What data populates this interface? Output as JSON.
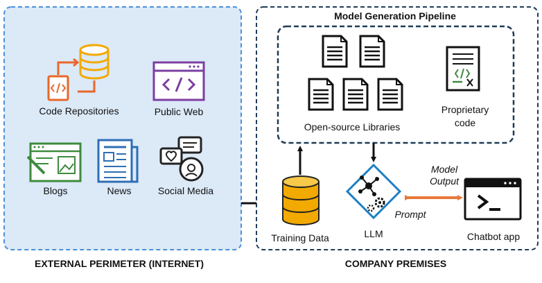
{
  "external_perimeter": {
    "caption": "EXTERNAL PERIMETER (INTERNET)",
    "sources": {
      "code_repositories": "Code Repositories",
      "public_web": "Public Web",
      "blogs": "Blogs",
      "news": "News",
      "social_media": "Social Media"
    }
  },
  "company_premises": {
    "caption": "COMPANY PREMISES",
    "pipeline_title": "Model Generation Pipeline",
    "open_source_libraries": "Open-source Libraries",
    "proprietary_code_line1": "Proprietary",
    "proprietary_code_line2": "code",
    "training_data": "Training Data",
    "llm": "LLM",
    "model_output_line1": "Model",
    "model_output_line2": "Output",
    "prompt": "Prompt",
    "chatbot_app": "Chatbot app"
  },
  "colors": {
    "perimeter_fill": "#dce9f7",
    "perimeter_border": "#4a90d9",
    "premises_border": "#1f3b57",
    "code_orange": "#e8672a",
    "database_yellow": "#f2a900",
    "web_purple": "#7b3fa0",
    "blog_green": "#3d8b3d",
    "news_blue": "#2e6db4",
    "llm_blue": "#1d7fc4",
    "prompt_orange": "#e8783a"
  }
}
